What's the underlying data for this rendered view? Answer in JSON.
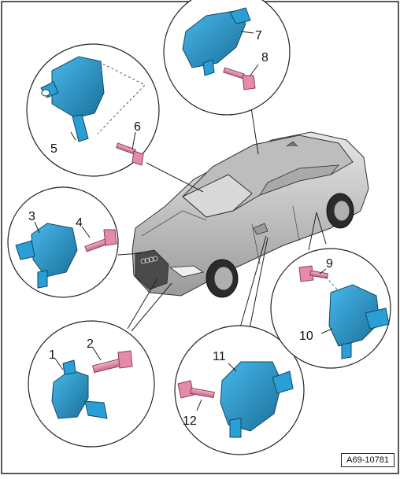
{
  "diagram": {
    "reference": "A69-10781",
    "callouts": [
      "1",
      "2",
      "3",
      "4",
      "5",
      "6",
      "7",
      "8",
      "9",
      "10",
      "11",
      "12"
    ],
    "colors": {
      "sensor": "#2a9fd6",
      "sensor_dark": "#1b6f9a",
      "bolt": "#e58aa8",
      "bolt_dark": "#b85a7a",
      "car_body": "#c8c8c8",
      "outline": "#222222"
    }
  }
}
